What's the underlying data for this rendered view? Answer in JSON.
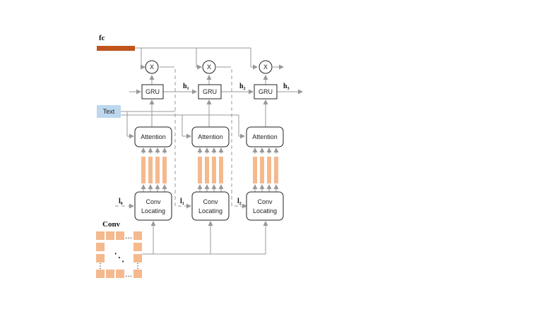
{
  "labels": {
    "fc": "fc",
    "text": "Text",
    "conv": "Conv",
    "gru": "GRU",
    "attention": "Attention",
    "conv_locating_line1": "Conv",
    "conv_locating_line2": "Locating",
    "multiply": "X",
    "h1": "h",
    "h1_sub": "1",
    "h2": "h",
    "h2_sub": "2",
    "h3": "h",
    "h3_sub": "3",
    "l0": "l",
    "l0_sub": "0",
    "l1": "l",
    "l1_sub": "1",
    "l2": "l",
    "l2_sub": "2",
    "ellipsis": "…",
    "vdots": "⋮",
    "ddots": "⋱"
  },
  "colors": {
    "fc_bar": "#c0541a",
    "text_box": "#bcd7ee",
    "feature": "#f5b98e",
    "line": "#999999"
  }
}
